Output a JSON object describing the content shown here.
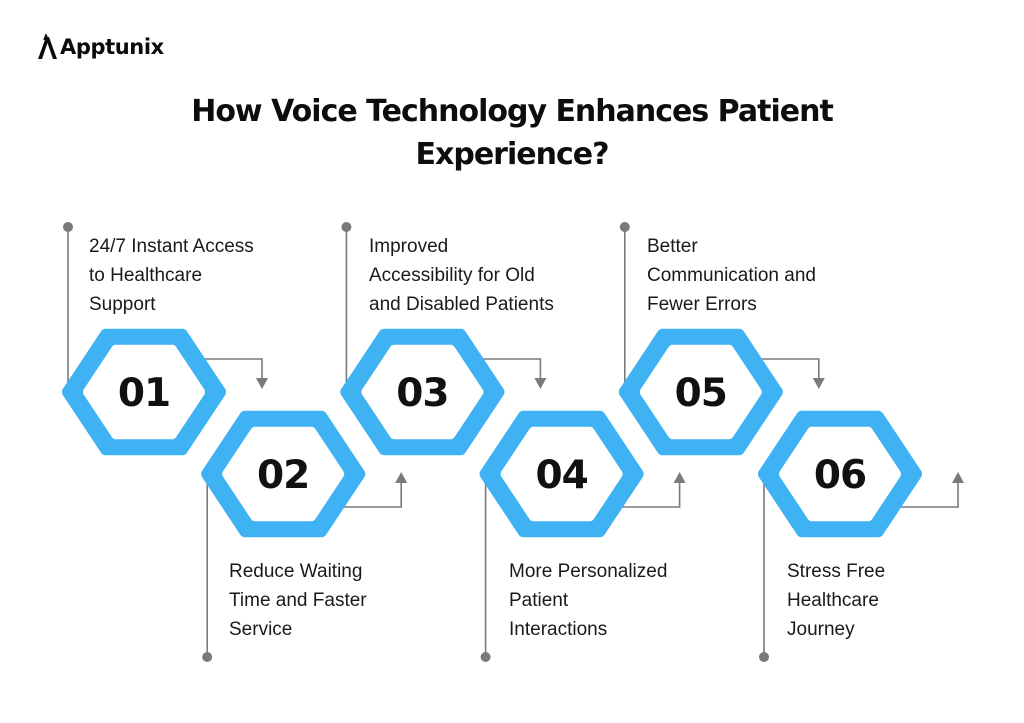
{
  "brand": {
    "name": "Apptunix"
  },
  "title": {
    "line1": "How Voice Technology Enhances Patient",
    "line2": "Experience?"
  },
  "colors": {
    "hexagon_fill": "#3EB2F3",
    "hexagon_inner": "#FFFFFF",
    "connector": "#7A7A7A",
    "text": "#111111"
  },
  "steps": [
    {
      "number": "01",
      "lines": [
        "24/7 Instant Access",
        "to Healthcare",
        "Support"
      ]
    },
    {
      "number": "02",
      "lines": [
        "Reduce Waiting",
        "Time and Faster",
        "Service"
      ]
    },
    {
      "number": "03",
      "lines": [
        "Improved",
        "Accessibility for Old",
        "and Disabled Patients"
      ]
    },
    {
      "number": "04",
      "lines": [
        "More Personalized",
        "Patient",
        "Interactions"
      ]
    },
    {
      "number": "05",
      "lines": [
        "Better",
        "Communication and",
        "Fewer Errors"
      ]
    },
    {
      "number": "06",
      "lines": [
        "Stress Free",
        "Healthcare",
        "Journey"
      ]
    }
  ]
}
